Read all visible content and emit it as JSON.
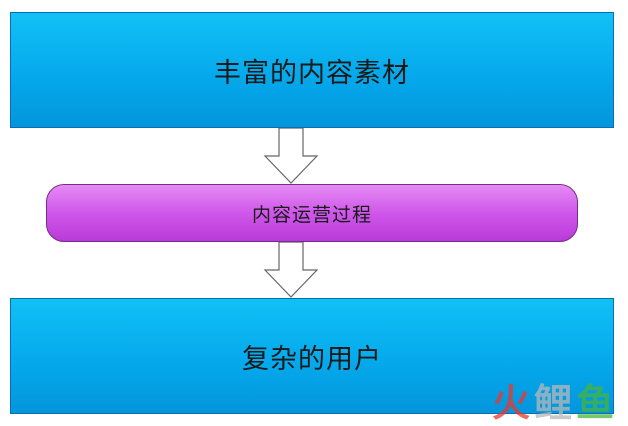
{
  "diagram": {
    "nodes": [
      {
        "id": "content-materials",
        "label": "丰富的内容素材"
      },
      {
        "id": "content-operation",
        "label": "内容运营过程"
      },
      {
        "id": "complex-users",
        "label": "复杂的用户"
      }
    ],
    "edges": [
      {
        "from": "content-materials",
        "to": "content-operation"
      },
      {
        "from": "content-operation",
        "to": "complex-users"
      }
    ]
  },
  "watermark": {
    "text": "火鲤鱼",
    "chars": [
      "火",
      "鲤",
      "鱼"
    ],
    "colors": [
      "#e8392f",
      "#b8b8b8",
      "#49b43b"
    ]
  },
  "colors": {
    "box_blue": "#05a9ec",
    "box_purple": "#cf57ea",
    "arrow_fill": "#ffffff",
    "arrow_stroke": "#666666"
  }
}
